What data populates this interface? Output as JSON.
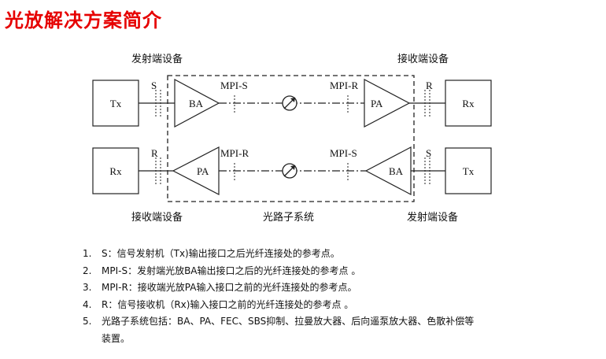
{
  "title": "光放解决方案简介",
  "labels": {
    "tx_equipment_top": "发射端设备",
    "rx_equipment_top": "接收端设备",
    "rx_equipment_bottom": "接收端设备",
    "optical_path_system": "光路子系统",
    "tx_equipment_bottom": "发射端设备"
  },
  "row1": {
    "left_box": "Tx",
    "left_point": "S",
    "amp_left": "BA",
    "mpi_left": "MPI-S",
    "mpi_right": "MPI-R",
    "amp_right": "PA",
    "right_point": "R",
    "right_box": "Rx"
  },
  "row2": {
    "left_box": "Rx",
    "left_point": "R",
    "amp_left": "PA",
    "mpi_left": "MPI-R",
    "mpi_right": "MPI-S",
    "amp_right": "BA",
    "right_point": "S",
    "right_box": "Tx"
  },
  "notes": [
    {
      "num": "1.",
      "text": "S：信号发射机（Tx)输出接口之后光纤连接处的参考点。"
    },
    {
      "num": "2.",
      "text": "MPI-S：发射端光放BA输出接口之后的光纤连接处的参考点 。"
    },
    {
      "num": "3.",
      "text": "MPI-R：接收端光放PA输入接口之前的光纤连接处的参考点。"
    },
    {
      "num": "4.",
      "text": "R：信号接收机（Rx)输入接口之前的光纤连接处的参考点 。"
    },
    {
      "num": "5.",
      "text": "光路子系统包括：BA、PA、FEC、SBS抑制、拉曼放大器、后向遥泵放大器、色散补偿等",
      "cont": "装置。"
    }
  ]
}
